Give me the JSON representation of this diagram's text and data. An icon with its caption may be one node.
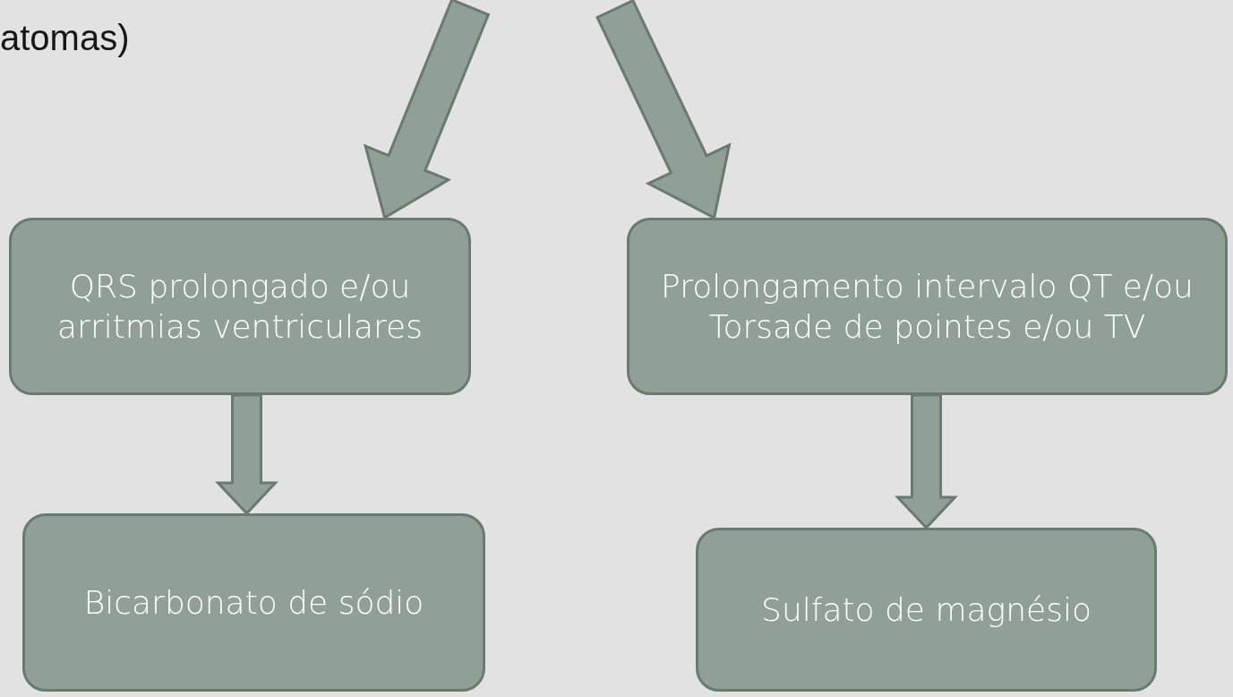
{
  "diagram": {
    "nodes": [
      {
        "text": [
          "QRS prolongado e/ou arritmias ventriculares"
        ]
      },
      {
        "text": [
          "Bicarbonato de sódio"
        ]
      },
      {
        "text": [
          "Prolongamento intervalo QT e/ou Torsade de pointes e/ou TV"
        ]
      },
      {
        "text": [
          "Sulfato de magnésio"
        ]
      }
    ],
    "edges": [
      {
        "from": null,
        "to": 0,
        "arrow": "to"
      },
      {
        "from": null,
        "to": 2,
        "arrow": "to"
      },
      {
        "from": 0,
        "to": 1,
        "arrow": "to"
      },
      {
        "from": 2,
        "to": 3,
        "arrow": "to"
      }
    ],
    "labels": [
      "atomas)"
    ]
  }
}
